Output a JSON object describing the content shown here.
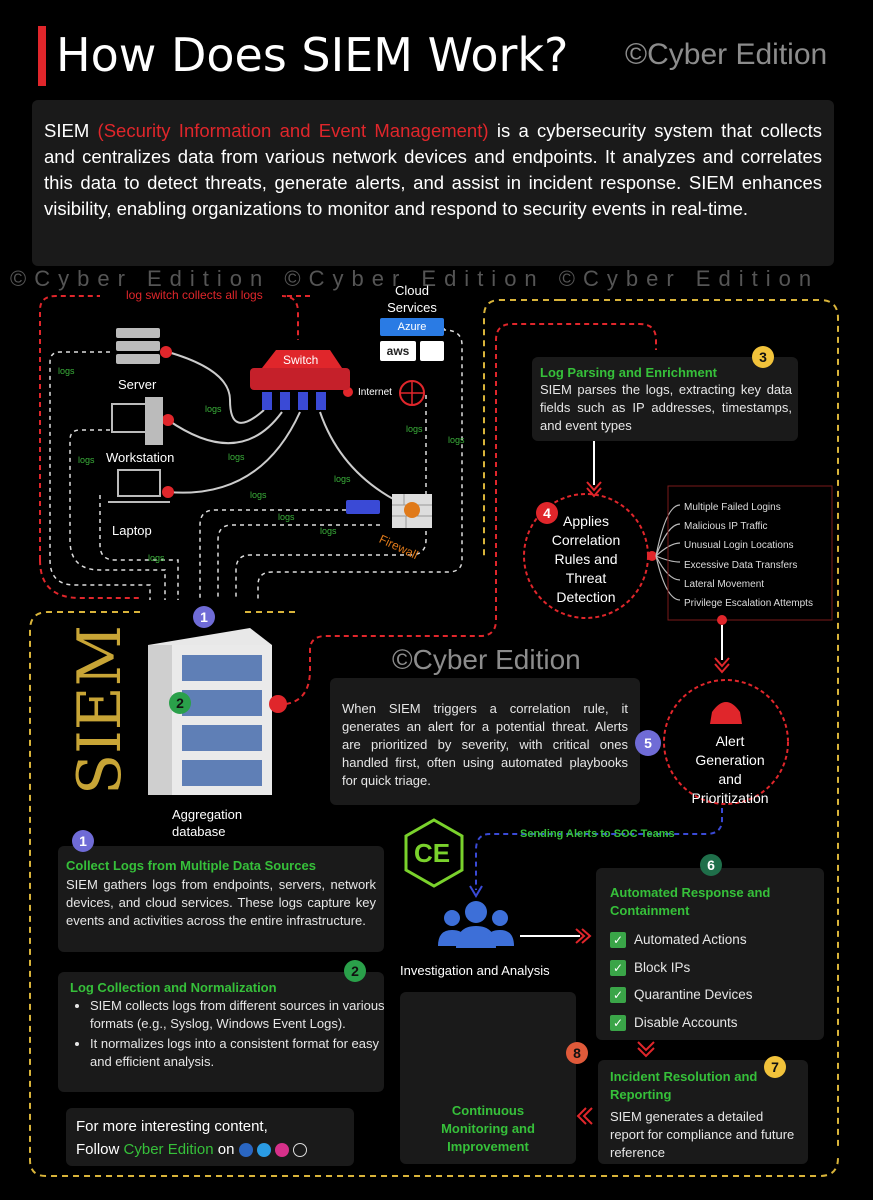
{
  "header": {
    "title": "How Does SIEM Work?",
    "watermark": "©Cyber Edition"
  },
  "intro": {
    "lead": "SIEM",
    "acronym": "(Security Information and Event Management)",
    "text": "is a cybersecurity system that collects and centralizes data from various network devices and endpoints. It analyzes and correlates this data to detect threats, generate alerts, and assist in incident response. SIEM enhances visibility, enabling organizations to monitor and respond to security events in real-time."
  },
  "watermark_strip": "©Cyber Edition ©Cyber Edition ©Cyber Edition",
  "network": {
    "switch_note": "log switch collects all logs",
    "switch": "Switch",
    "cloud": "Cloud Services",
    "azure": "Azure",
    "aws": "aws",
    "internet": "Internet",
    "firewall": "Firewall",
    "devices": [
      "Server",
      "Workstation",
      "Laptop"
    ],
    "logs": "logs"
  },
  "siem": {
    "vertical_label": "SIEM",
    "db_label": "Aggregation database",
    "center_watermark": "©Cyber Edition"
  },
  "step3": {
    "num": "3",
    "title": "Log Parsing and Enrichment",
    "text": "SIEM parses the logs, extracting key data fields such as IP addresses, timestamps, and event types"
  },
  "step4": {
    "num": "4",
    "title": "Applies Correlation Rules and Threat Detection",
    "rules": [
      "Multiple Failed Logins",
      "Malicious IP Traffic",
      "Unusual Login Locations",
      "Excessive Data Transfers",
      "Lateral Movement",
      "Privilege Escalation Attempts"
    ]
  },
  "step5": {
    "num": "5",
    "title": "Alert Generation and Prioritization",
    "text": "When SIEM triggers a correlation rule, it generates an alert for a potential threat. Alerts are prioritized by severity, with critical ones handled first, often using automated playbooks for quick triage."
  },
  "soc_label": "Sending Alerts to SOC Teams",
  "logo": "CE",
  "investigation": "Investigation and Analysis",
  "step1": {
    "num": "1",
    "title": "Collect Logs from Multiple Data Sources",
    "text": "SIEM gathers logs from endpoints, servers, network devices, and cloud services. These logs capture key events and activities across the entire infrastructure."
  },
  "step2": {
    "num": "2",
    "title": "Log Collection and Normalization",
    "bullets": [
      "SIEM collects logs from different sources in various formats (e.g., Syslog, Windows Event Logs).",
      "It normalizes logs into a consistent format for easy and efficient analysis."
    ]
  },
  "step6": {
    "num": "6",
    "title": "Automated Response and Containment",
    "actions": [
      "Automated Actions",
      "Block IPs",
      "Quarantine Devices",
      "Disable Accounts"
    ]
  },
  "step7": {
    "num": "7",
    "title": "Incident Resolution and Reporting",
    "text": "SIEM generates a detailed report for compliance and future reference"
  },
  "step8": {
    "num": "8",
    "title": "Continuous Monitoring and Improvement"
  },
  "footer": {
    "line1": "For more interesting content,",
    "follow": "Follow",
    "brand": "Cyber Edition",
    "on": "on"
  },
  "colors": {
    "accent_red": "#e0262b",
    "accent_green": "#36c03a",
    "accent_yellow": "#f2c33b",
    "accent_purple": "#6f6bd6"
  }
}
